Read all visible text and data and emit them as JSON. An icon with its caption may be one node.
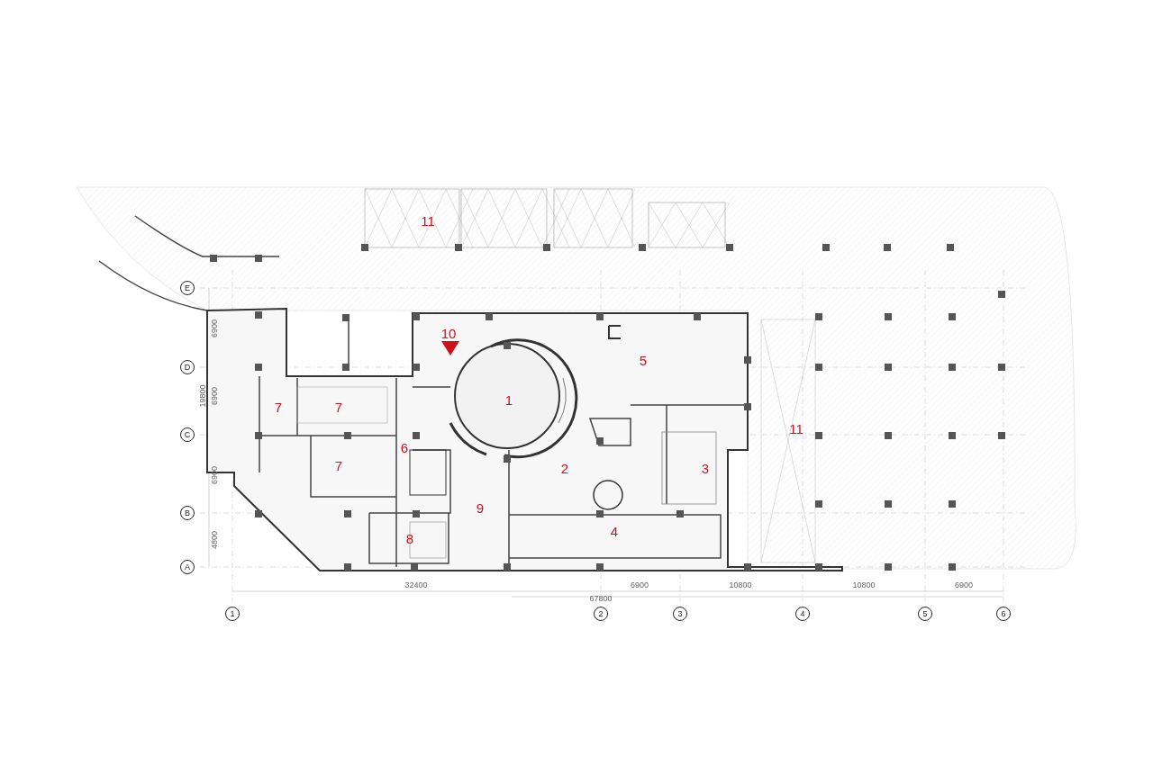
{
  "diagram": {
    "labels": [
      "11",
      "E",
      "10",
      "6900",
      "5",
      "D",
      "19800",
      "6900",
      "7",
      "7",
      "1",
      "11",
      "C",
      "6",
      "7",
      "2",
      "3",
      "6900",
      "B",
      "9",
      "4",
      "8",
      "4800",
      "A",
      "32400",
      "6900",
      "10800",
      "10800",
      "6900",
      "67800",
      "1",
      "2",
      "3",
      "4",
      "5",
      "6"
    ]
  }
}
